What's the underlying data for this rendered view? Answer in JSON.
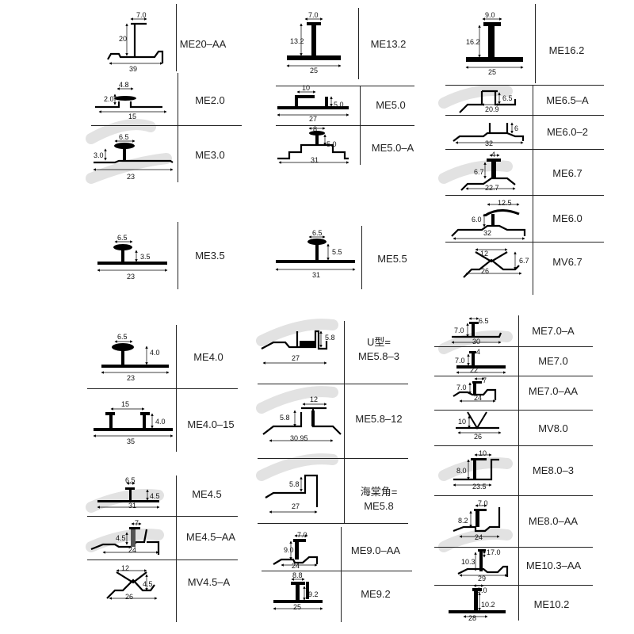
{
  "watermark": "",
  "entries": [
    {
      "id": "me20aa",
      "name": "ME20–AA",
      "dims": [
        "7.0",
        "20",
        "39"
      ]
    },
    {
      "id": "me13_2",
      "name": "ME13.2",
      "dims": [
        "7.0",
        "13.2",
        "25"
      ]
    },
    {
      "id": "me16_2",
      "name": "ME16.2",
      "dims": [
        "9.0",
        "16.2",
        "25"
      ]
    },
    {
      "id": "me2_0",
      "name": "ME2.0",
      "dims": [
        "4.8",
        "2.0",
        "15"
      ]
    },
    {
      "id": "me5_0",
      "name": "ME5.0",
      "dims": [
        "10",
        "5.0",
        "27"
      ]
    },
    {
      "id": "me6_5a",
      "name": "ME6.5–A",
      "dims": [
        "6.5",
        "20.9"
      ]
    },
    {
      "id": "me6_0_2",
      "name": "ME6.0–2",
      "dims": [
        "6",
        "32"
      ]
    },
    {
      "id": "me3_0",
      "name": "ME3.0",
      "dims": [
        "6.5",
        "3.0",
        "23"
      ]
    },
    {
      "id": "me5_0a",
      "name": "ME5.0–A",
      "dims": [
        "8",
        "5.0",
        "31"
      ]
    },
    {
      "id": "me6_7",
      "name": "ME6.7",
      "dims": [
        "4",
        "6.7",
        "22.7"
      ]
    },
    {
      "id": "me6_0",
      "name": "ME6.0",
      "dims": [
        "12.5",
        "6.0",
        "32"
      ]
    },
    {
      "id": "me3_5",
      "name": "ME3.5",
      "dims": [
        "6.5",
        "3.5",
        "23"
      ]
    },
    {
      "id": "me5_5",
      "name": "ME5.5",
      "dims": [
        "6.5",
        "5.5",
        "31"
      ]
    },
    {
      "id": "mv6_7",
      "name": "MV6.7",
      "dims": [
        "12",
        "6.7",
        "26"
      ]
    },
    {
      "id": "me4_0",
      "name": "ME4.0",
      "dims": [
        "6.5",
        "4.0",
        "23"
      ]
    },
    {
      "id": "me5_8_3",
      "name": "U型=\nME5.8–3",
      "dims": [
        "5.8",
        "27"
      ]
    },
    {
      "id": "me7_0a",
      "name": "ME7.0–A",
      "dims": [
        "6.5",
        "7.0",
        "30"
      ]
    },
    {
      "id": "me7_0",
      "name": "ME7.0",
      "dims": [
        "4",
        "7.0",
        "22"
      ]
    },
    {
      "id": "me7_0aa",
      "name": "ME7.0–AA",
      "dims": [
        "7",
        "7.0",
        "24"
      ]
    },
    {
      "id": "me4_0_15",
      "name": "ME4.0–15",
      "dims": [
        "15",
        "4.0",
        "35"
      ]
    },
    {
      "id": "me5_8_12",
      "name": "ME5.8–12",
      "dims": [
        "12",
        "5.8",
        "30.95"
      ]
    },
    {
      "id": "mv8_0",
      "name": "MV8.0",
      "dims": [
        "10",
        "26"
      ]
    },
    {
      "id": "me8_0_3",
      "name": "ME8.0–3",
      "dims": [
        "10",
        "8.0",
        "23.5"
      ]
    },
    {
      "id": "me5_8",
      "name": "海棠角=\nME5.8",
      "dims": [
        "5.8",
        "27"
      ]
    },
    {
      "id": "me4_5",
      "name": "ME4.5",
      "dims": [
        "6.5",
        "4.5",
        "31"
      ]
    },
    {
      "id": "me8_0aa",
      "name": "ME8.0–AA",
      "dims": [
        "7.0",
        "8.2",
        "24"
      ]
    },
    {
      "id": "me4_5aa",
      "name": "ME4.5–AA",
      "dims": [
        "7",
        "4.5",
        "24"
      ]
    },
    {
      "id": "me9_0aa",
      "name": "ME9.0–AA",
      "dims": [
        "7.0",
        "9.0",
        "24"
      ]
    },
    {
      "id": "me10_3aa",
      "name": "ME10.3–AA",
      "dims": [
        "17.0",
        "10.3",
        "29"
      ]
    },
    {
      "id": "mv4_5a",
      "name": "MV4.5–A",
      "dims": [
        "12",
        "4.5",
        "26"
      ]
    },
    {
      "id": "me9_2",
      "name": "ME9.2",
      "dims": [
        "8.8",
        "9.2",
        "25"
      ]
    },
    {
      "id": "me10_2",
      "name": "ME10.2",
      "dims": [
        "9.0",
        "10.2",
        "28"
      ]
    }
  ]
}
